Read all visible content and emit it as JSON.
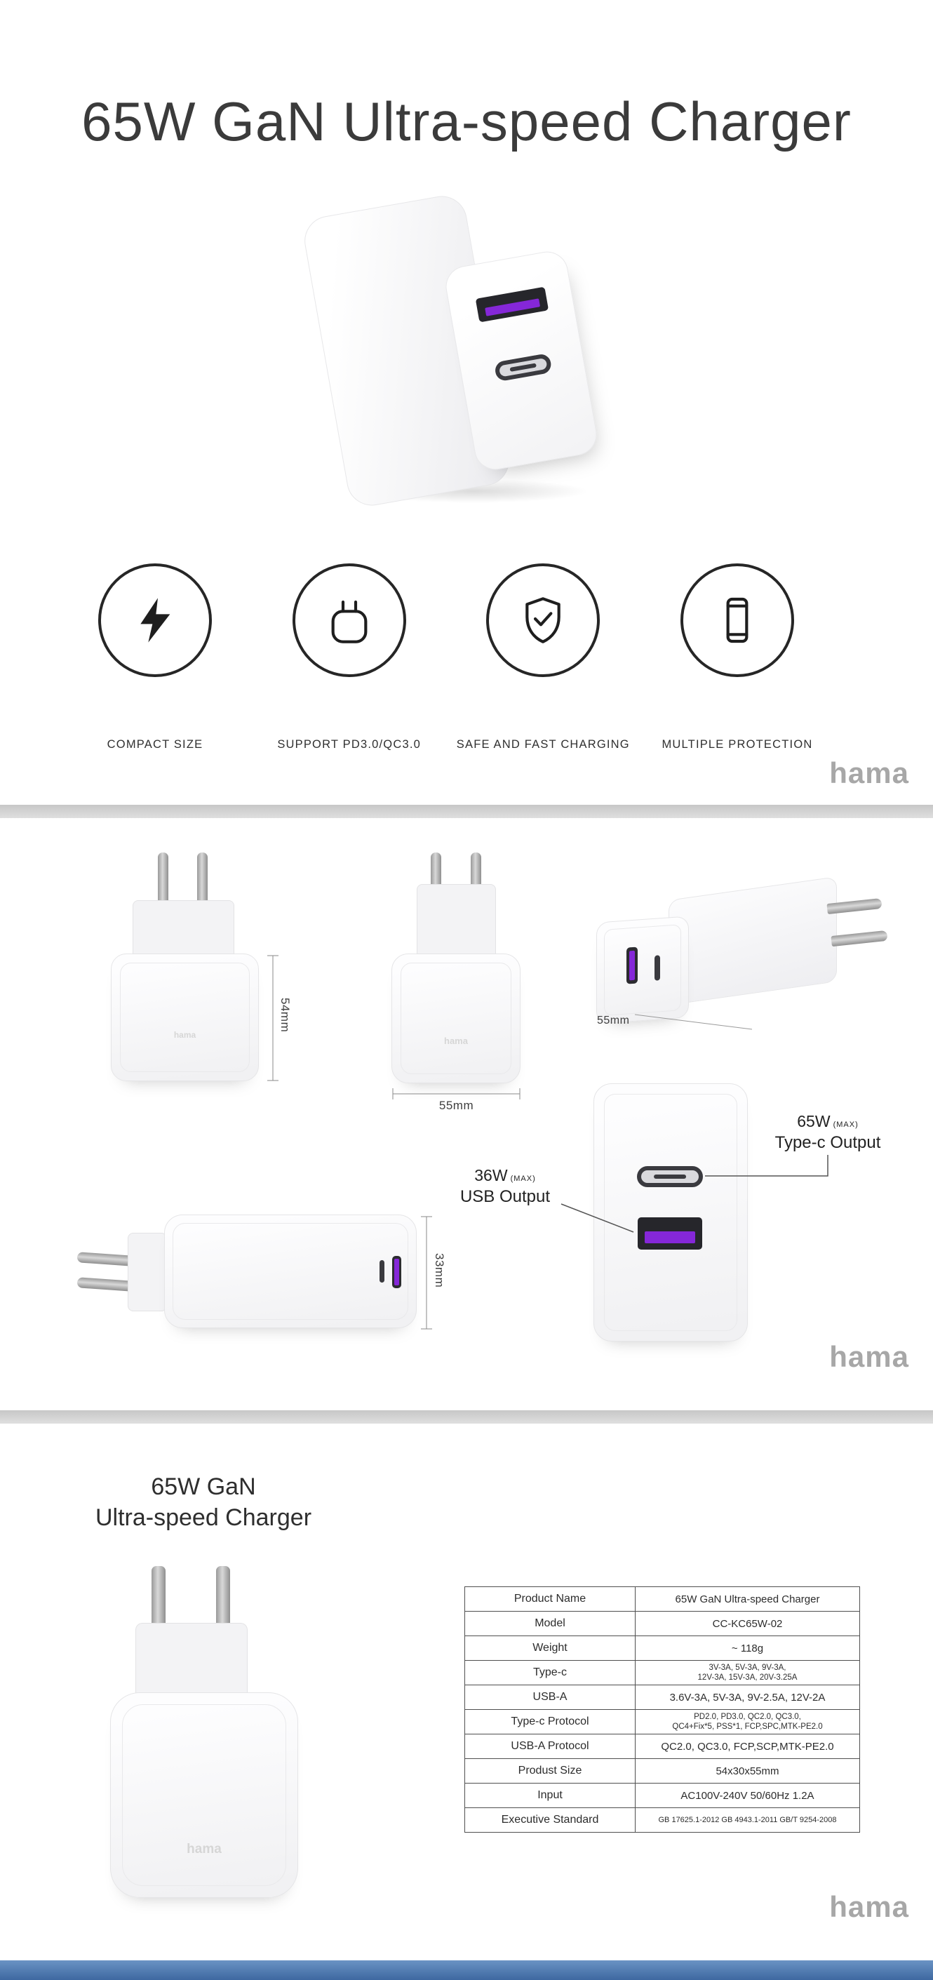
{
  "brand": "hama",
  "colors": {
    "accent_purple": "#8527d8",
    "divider_gray": "#d2d2d2",
    "footer_blue": "#4d7cb0",
    "title_text": "#3b3b3b"
  },
  "hero": {
    "title": "65W GaN Ultra-speed Charger",
    "features": [
      {
        "icon": "lightning-icon",
        "label": "COMPACT SIZE"
      },
      {
        "icon": "wall-charger-icon",
        "label": "SUPPORT PD3.0/QC3.0"
      },
      {
        "icon": "shield-check-icon",
        "label": "SAFE AND FAST CHARGING"
      },
      {
        "icon": "smartphone-icon",
        "label": "MULTIPLE PROTECTION"
      }
    ]
  },
  "dimensions": {
    "height_label": "54mm",
    "width_label": "55mm",
    "depth_label": "55mm",
    "thickness_label": "33mm",
    "typec_callout": {
      "power": "65W",
      "max": "(MAX)",
      "label": "Type-c Output"
    },
    "usb_callout": {
      "power": "36W",
      "max": "(MAX)",
      "label": "USB Output"
    }
  },
  "specs": {
    "title_line1": "65W GaN",
    "title_line2": "Ultra-speed Charger",
    "table": [
      {
        "label": "Product Name",
        "value": "65W GaN Ultra-speed Charger"
      },
      {
        "label": "Model",
        "value": "CC-KC65W-02"
      },
      {
        "label": "Weight",
        "value": "~ 118g"
      },
      {
        "label": "Type-c",
        "value": "3V-3A, 5V-3A, 9V-3A,\n12V-3A, 15V-3A, 20V-3.25A"
      },
      {
        "label": "USB-A",
        "value": "3.6V-3A, 5V-3A, 9V-2.5A, 12V-2A"
      },
      {
        "label": "Type-c Protocol",
        "value": "PD2.0, PD3.0, QC2.0, QC3.0,\nQC4+Fix*5, PSS*1, FCP,SPC,MTK-PE2.0"
      },
      {
        "label": "USB-A Protocol",
        "value": "QC2.0, QC3.0, FCP,SCP,MTK-PE2.0"
      },
      {
        "label": "Produst Size",
        "value": "54x30x55mm"
      },
      {
        "label": "Input",
        "value": "AC100V-240V 50/60Hz 1.2A"
      },
      {
        "label": "Executive Standard",
        "value": "GB 17625.1-2012 GB 4943.1-2011 GB/T 9254-2008"
      }
    ]
  }
}
